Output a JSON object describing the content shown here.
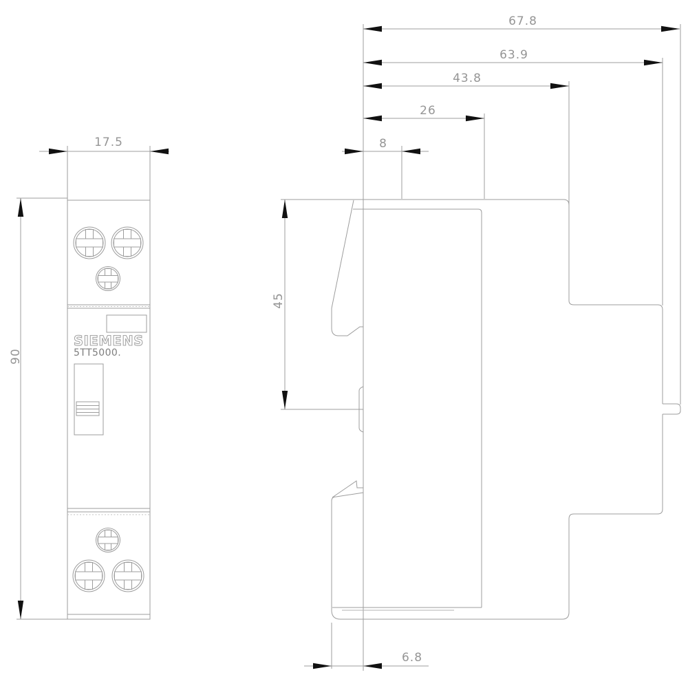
{
  "front_view": {
    "width_label": "17.5",
    "height_label": "90",
    "brand_label": "SIEMENS",
    "model_label": "5TT5000."
  },
  "side_view": {
    "overall_depth_label": "67.8",
    "rear_depth_label": "63.9",
    "body_depth_label": "43.8",
    "front_depth_label": "26",
    "top_notch_label": "8",
    "bottom_notch_label": "6.8",
    "rail_height_label": "45"
  },
  "colors": {
    "background": "#ffffff",
    "line": "#9c9c9c",
    "arrow": "#111111",
    "dimension_text": "#959595",
    "logo_outline": "#a6a6a6",
    "model_text": "#7d7d7d"
  }
}
